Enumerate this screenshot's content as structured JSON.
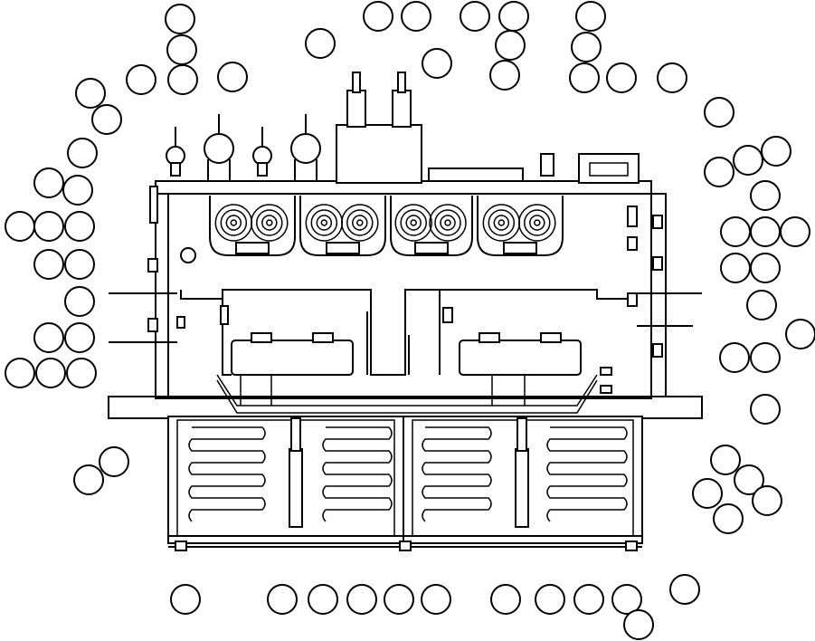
{
  "diagram": {
    "kind": "exploded-parts-illustration",
    "subject": "equipment-housing-with-heat-exchanger-coils",
    "colors": {
      "line": "#000000",
      "background": "#ffffff",
      "callout_fill": "#ffffff"
    },
    "callout_count": 74,
    "callout_labels_printed": false
  }
}
